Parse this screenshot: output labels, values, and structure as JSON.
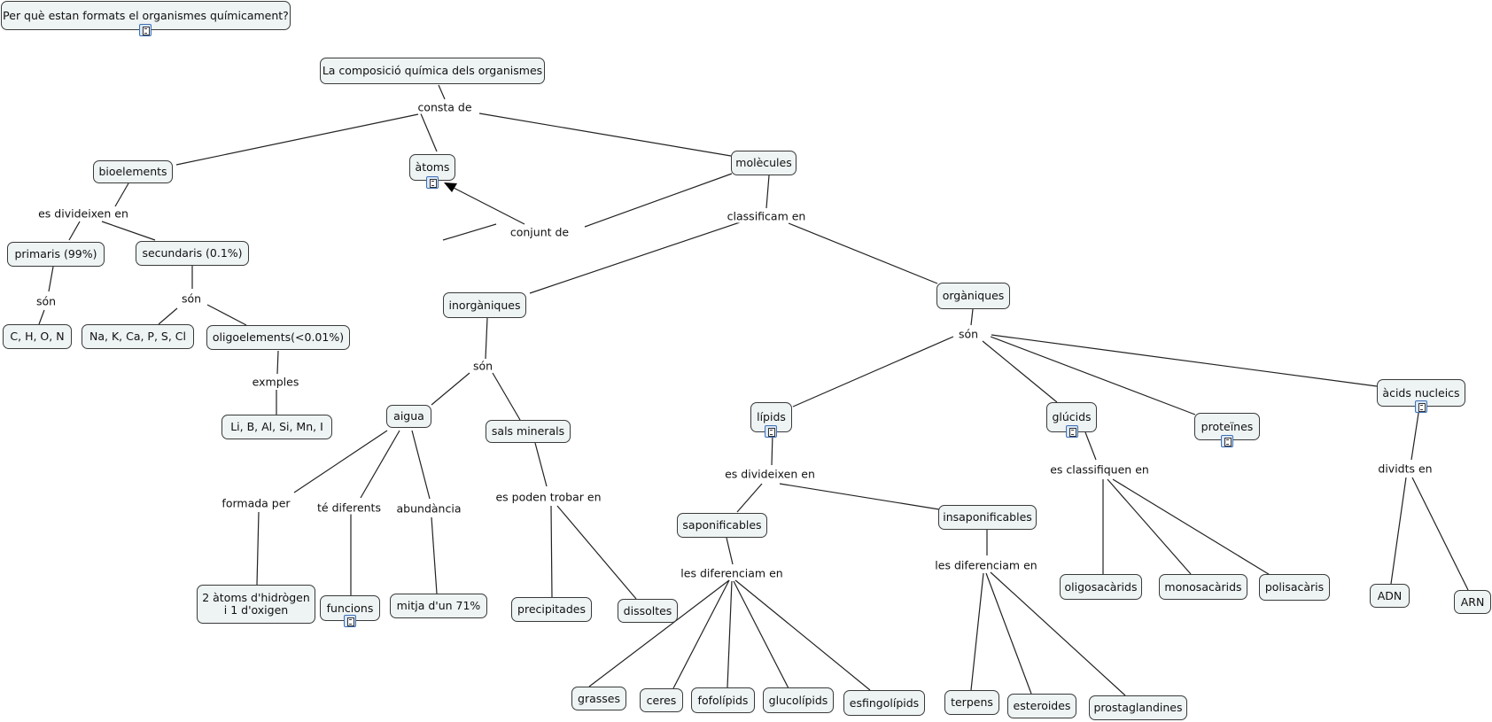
{
  "nodes": {
    "question": "Per què estan formats el organismes químicament?",
    "root": "La composició química dels organismes",
    "bioelements": "bioelements",
    "atoms": "àtoms",
    "molecules": "molècules",
    "primaris": "primaris (99%)",
    "secundaris": "secundaris (0.1%)",
    "chon": "C, H, O, N",
    "nakca": "Na, K, Ca, P, S, Cl",
    "oligo": "oligoelements(<0.01%)",
    "libal": "Li, B, Al, Si, Mn, I",
    "inorganiques": "inorgàniques",
    "organiques": "orgàniques",
    "aigua": "aigua",
    "sals": "sals minerals",
    "dosatoms": "2 àtoms d'hidrògen i 1 d'oxigen",
    "funcions": "funcions",
    "mitja": "mitja d'un 71%",
    "precipitades": "precipitades",
    "dissoltes": "dissoltes",
    "lipids": "lípids",
    "glucids": "glúcids",
    "proteines": "proteïnes",
    "acids": "àcids nucleics",
    "saponificables": "saponificables",
    "insaponificables": "insaponificables",
    "grasses": "grasses",
    "ceres": "ceres",
    "fofolipids": "fofolípids",
    "glucolipids": "glucolípids",
    "esfingolipids": "esfingolípids",
    "terpens": "terpens",
    "esteroides": "esteroides",
    "prostaglandines": "prostaglandines",
    "oligosacarids": "oligosacàrids",
    "monosacarids": "monosacàrids",
    "polisacaris": "polisacàris",
    "adn": "ADN",
    "arn": "ARN"
  },
  "links": {
    "consta": "consta de",
    "divideixen1": "es divideixen en",
    "son1": "són",
    "son2": "són",
    "exmples": "exmples",
    "conjunt": "conjunt de",
    "classificam": "classificam en",
    "son3": "són",
    "son4": "són",
    "formada": "formada per",
    "diferents": "té diferents",
    "abundancia": "abundància",
    "trobar": "es poden trobar en",
    "divideixen2": "es divideixen en",
    "diferenciam1": "les diferenciam en",
    "diferenciam2": "les diferenciam en",
    "classifiquen": "es classifiquen en",
    "dividts": "dividts en"
  },
  "icons": [
    "resource-document-icon"
  ],
  "colors": {
    "node_fill": "#eef3f3",
    "node_border": "#3a3a3a",
    "line": "#222222"
  }
}
